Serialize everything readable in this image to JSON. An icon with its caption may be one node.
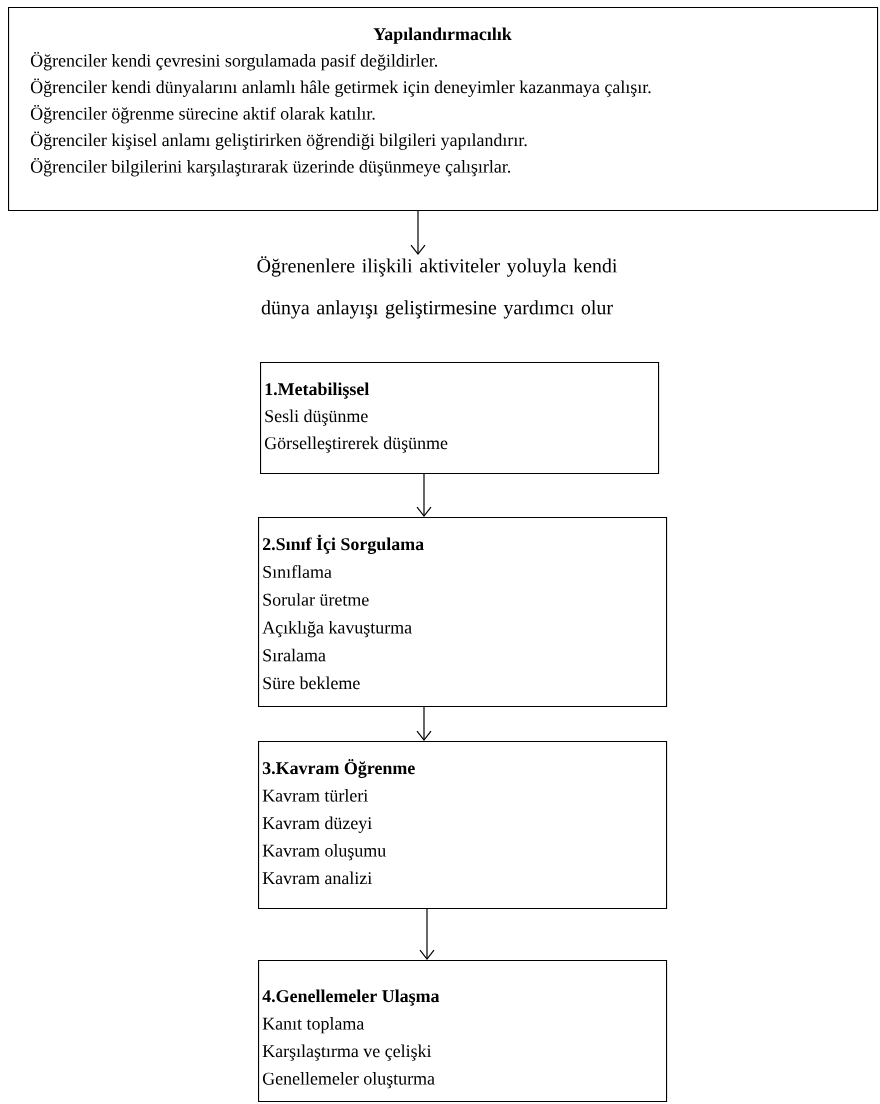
{
  "diagram": {
    "nodes": [
      {
        "text": [
          "Yapılandırmacılık",
          "Öğrenciler kendi çevresini sorgulamada pasif değildirler.",
          "Öğrenciler kendi dünyalarını anlamlı hâle getirmek için deneyimler kazanmaya çalışır.",
          "Öğrenciler öğrenme sürecine aktif olarak katılır.",
          "Öğrenciler kişisel anlamı geliştirirken öğrendiği bilgileri yapılandırır.",
          "Öğrenciler bilgilerini karşılaştırarak üzerinde düşünmeye çalışırlar."
        ]
      },
      {
        "text": [
          "Öğrenenlere ilişkili aktiviteler yoluyla kendi dünya anlayışı geliştirmesine yardımcı olur"
        ]
      },
      {
        "text": [
          "1.Metabilişsel",
          "Sesli düşünme",
          "Görselleştirerek düşünme"
        ]
      },
      {
        "text": [
          "2.Sınıf İçi Sorgulama",
          "Sınıflama",
          "Sorular üretme",
          "Açıklığa kavuşturma",
          "Sıralama",
          "Süre bekleme"
        ]
      },
      {
        "text": [
          "3.Kavram Öğrenme",
          "Kavram türleri",
          "Kavram düzeyi",
          "Kavram oluşumu",
          "Kavram analizi"
        ]
      },
      {
        "text": [
          "4.Genellemeler Ulaşma",
          "Kanıt toplama",
          "Karşılaştırma ve çelişki",
          "Genellemeler oluşturma"
        ]
      }
    ],
    "edges": [
      {
        "from": 0,
        "to": 1,
        "arrow": "to"
      },
      {
        "from": 2,
        "to": 3,
        "arrow": "to"
      },
      {
        "from": 3,
        "to": 4,
        "arrow": "to"
      },
      {
        "from": 4,
        "to": 5,
        "arrow": "to"
      }
    ]
  }
}
